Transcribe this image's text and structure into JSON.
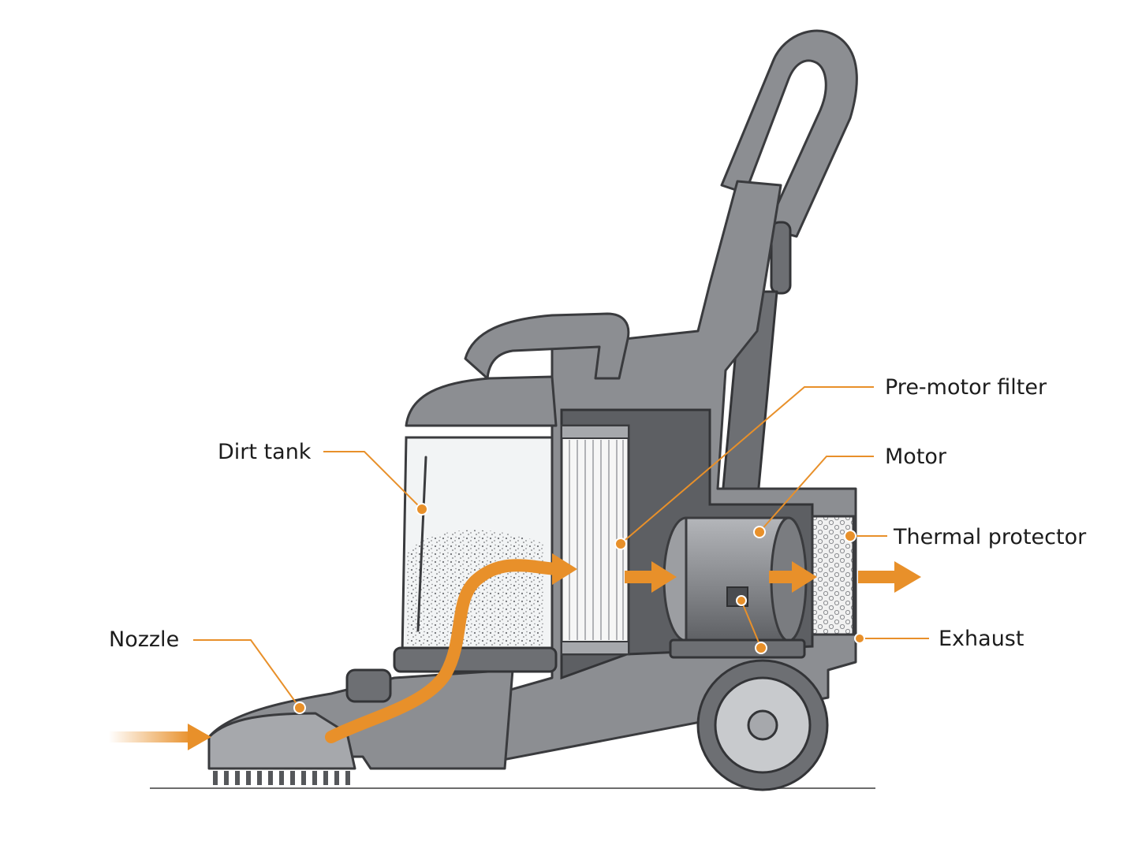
{
  "labels": {
    "dirt_tank": "Dirt tank",
    "nozzle": "Nozzle",
    "pre_motor_filter": "Pre-motor filter",
    "motor": "Motor",
    "thermal_protector": "Thermal protector",
    "exhaust": "Exhaust"
  },
  "colors": {
    "accent": "#e8902a",
    "body": "#8c8e92",
    "outline": "#3a3b3e"
  }
}
